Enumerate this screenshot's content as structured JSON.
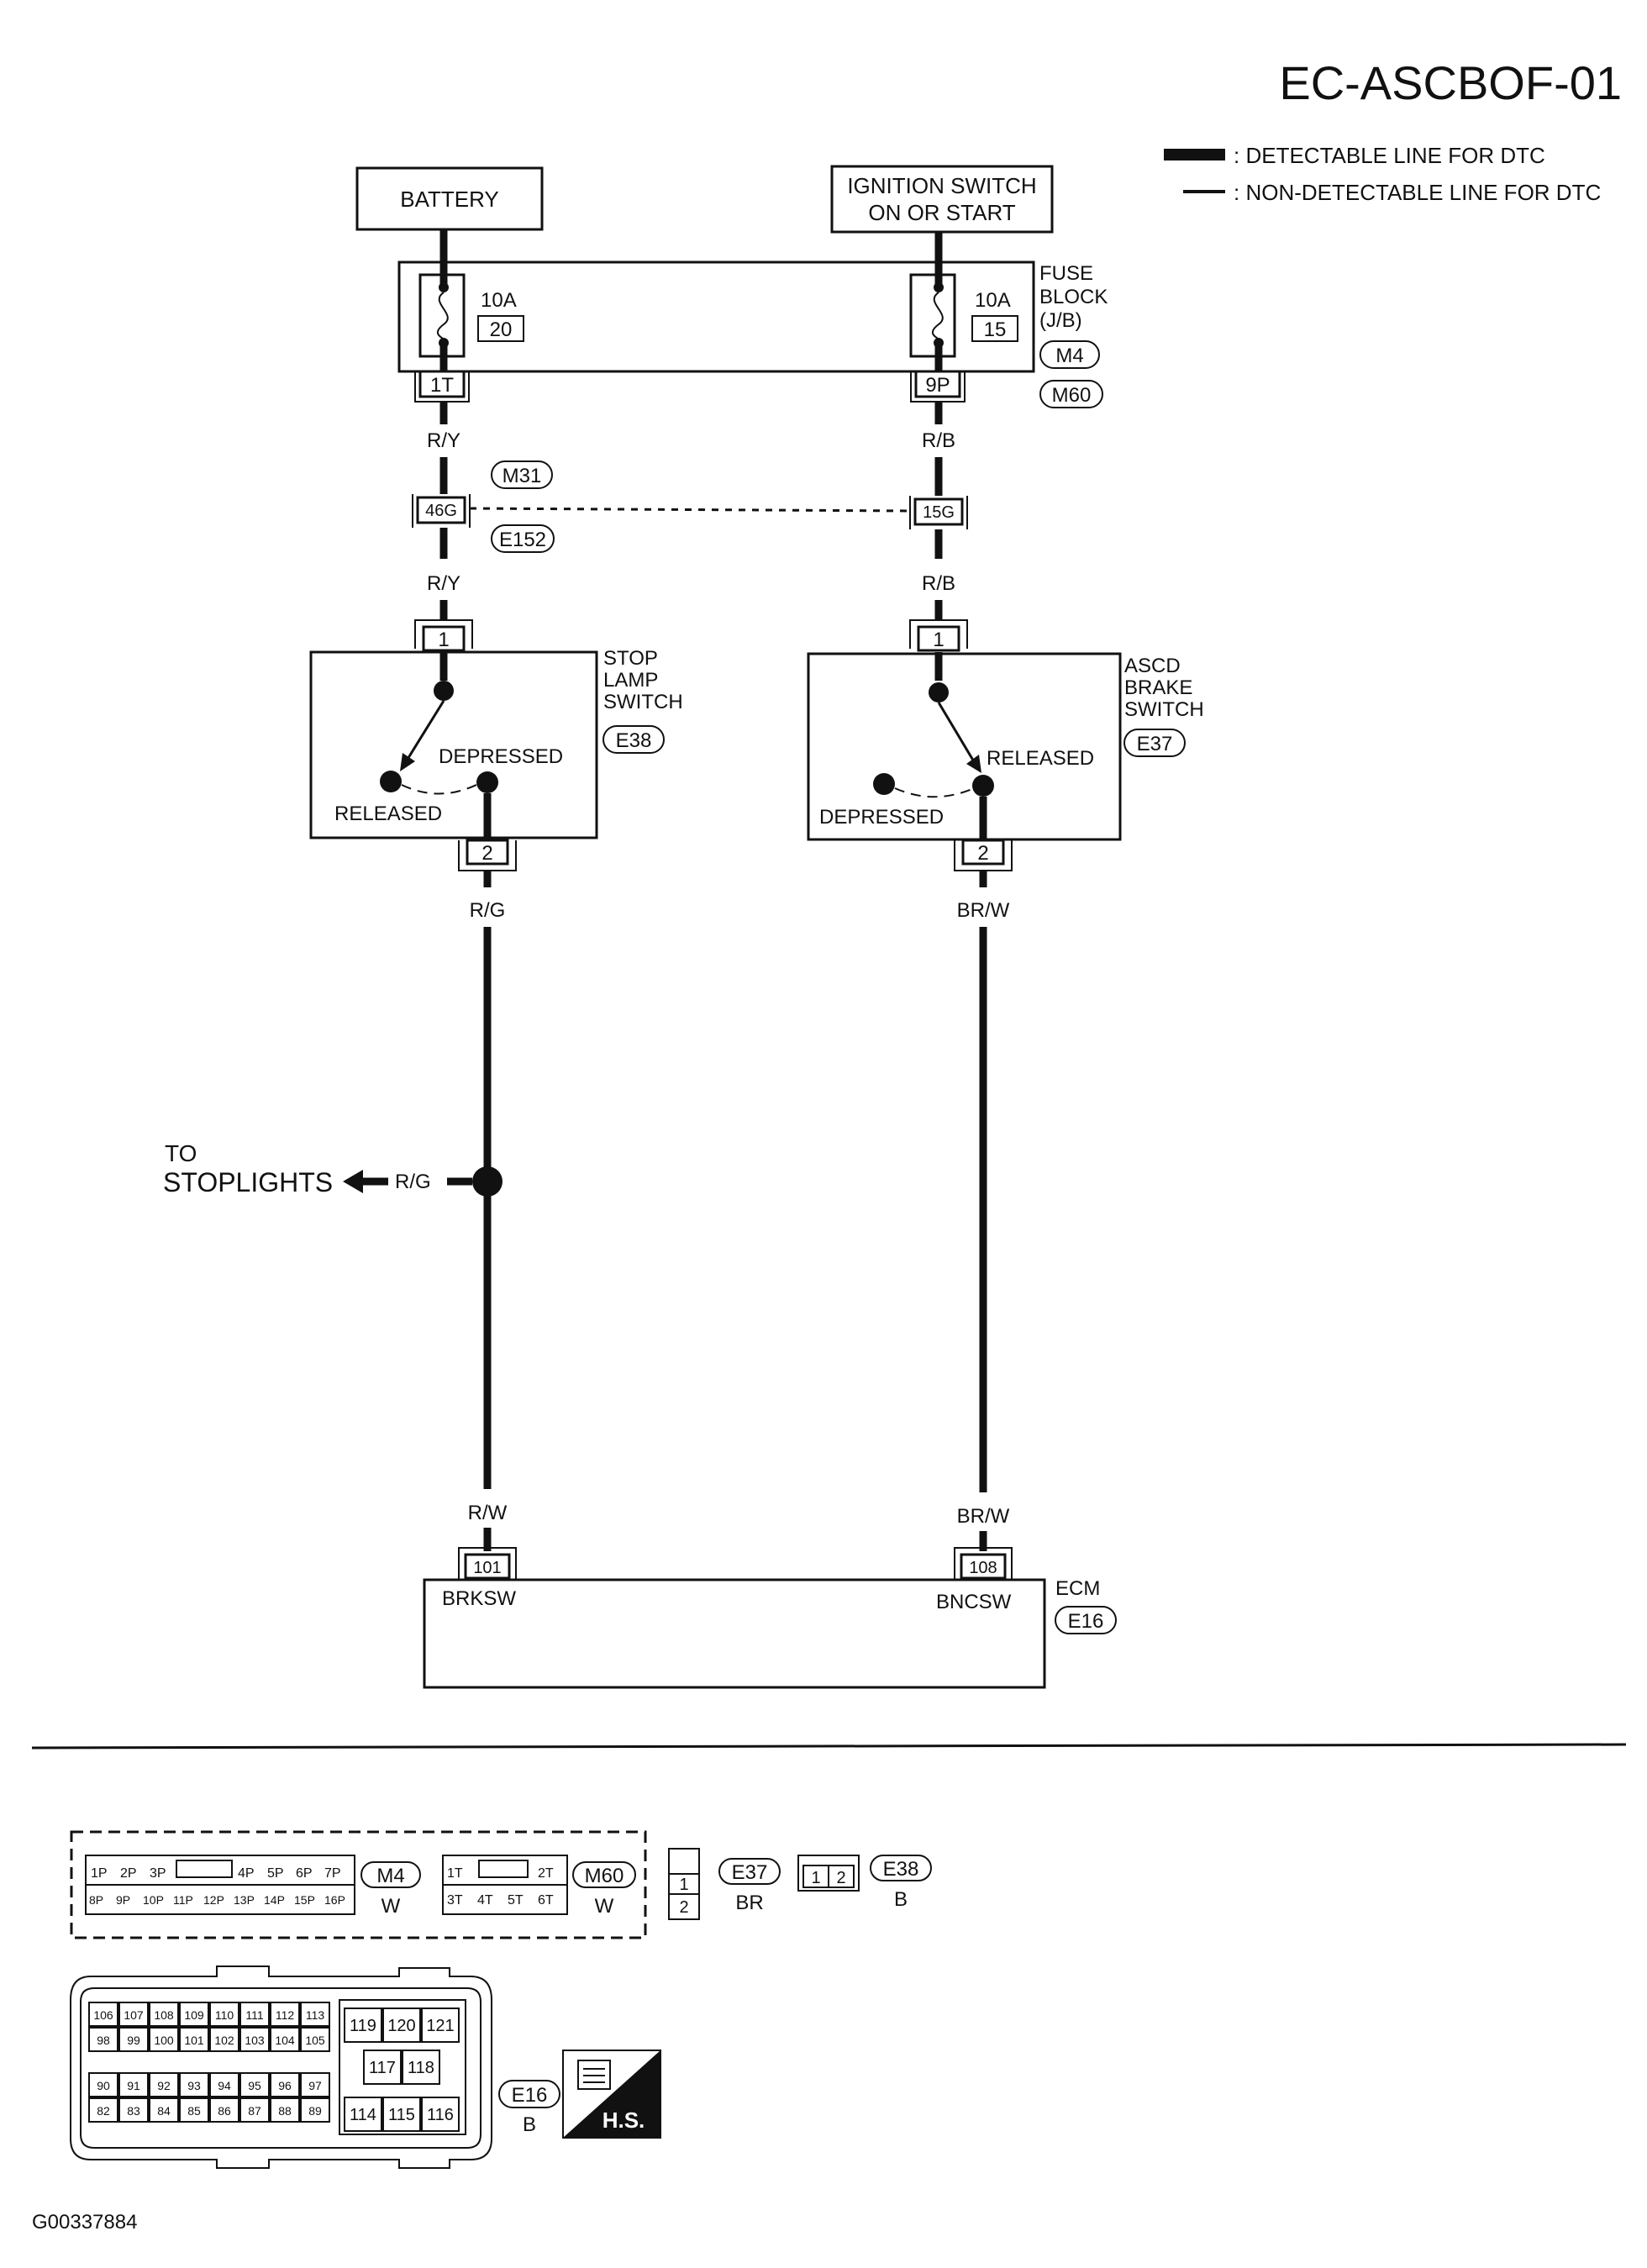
{
  "page": {
    "code": "EC-ASCBOF-01",
    "image_id": "G00337884"
  },
  "legend": {
    "detectable": ": DETECTABLE LINE FOR DTC",
    "non_detectable": ": NON-DETECTABLE LINE FOR DTC"
  },
  "sources": {
    "battery": "BATTERY",
    "ignition_line1": "IGNITION SWITCH",
    "ignition_line2": "ON OR START"
  },
  "fuse_block": {
    "label_line1": "FUSE",
    "label_line2": "BLOCK",
    "label_line3": "(J/B)",
    "connectors": [
      "M4",
      "M60"
    ],
    "left_fuse": {
      "rating": "10A",
      "number": "20",
      "terminal": "1T"
    },
    "right_fuse": {
      "rating": "10A",
      "number": "15",
      "terminal": "9P"
    }
  },
  "wires": {
    "left_top": "R/Y",
    "right_top": "R/B",
    "left_mid": "R/Y",
    "right_mid": "R/B",
    "left_low": "R/G",
    "right_low": "BR/W",
    "stoplight_branch": "R/G",
    "left_ecm": "R/W",
    "right_ecm": "BR/W"
  },
  "joint": {
    "connectors": [
      "M31",
      "E152"
    ],
    "left_terminal": "46G",
    "right_terminal": "15G"
  },
  "stop_lamp_switch": {
    "label_line1": "STOP",
    "label_line2": "LAMP",
    "label_line3": "SWITCH",
    "connector": "E38",
    "pin_in": "1",
    "pin_out": "2",
    "pos_a": "DEPRESSED",
    "pos_b": "RELEASED"
  },
  "ascd_brake_switch": {
    "label_line1": "ASCD",
    "label_line2": "BRAKE",
    "label_line3": "SWITCH",
    "connector": "E37",
    "pin_in": "1",
    "pin_out": "2",
    "pos_a": "RELEASED",
    "pos_b": "DEPRESSED"
  },
  "stoplights": {
    "line1": "TO",
    "line2": "STOPLIGHTS"
  },
  "ecm": {
    "label": "ECM",
    "connector": "E16",
    "left_pin": "101",
    "left_signal": "BRKSW",
    "right_pin": "108",
    "right_signal": "BNCSW"
  },
  "connector_views": {
    "m4_top": [
      "1P",
      "2P",
      "3P",
      "",
      "4P",
      "5P",
      "6P",
      "7P"
    ],
    "m4_bottom": [
      "8P",
      "9P",
      "10P",
      "11P",
      "12P",
      "13P",
      "14P",
      "15P",
      "16P"
    ],
    "m4_label": "M4",
    "m4_color": "W",
    "m60_top": [
      "1T",
      "",
      "2T"
    ],
    "m60_bottom": [
      "3T",
      "4T",
      "5T",
      "6T"
    ],
    "m60_label": "M60",
    "m60_color": "W",
    "e37_pins": [
      "1",
      "2"
    ],
    "e37_label": "E37",
    "e37_color": "BR",
    "e38_pins": [
      "1",
      "2"
    ],
    "e38_label": "E38",
    "e38_color": "B",
    "e16_row1": [
      "106",
      "107",
      "108",
      "109",
      "110",
      "111",
      "112",
      "113"
    ],
    "e16_row2": [
      "98",
      "99",
      "100",
      "101",
      "102",
      "103",
      "104",
      "105"
    ],
    "e16_row3": [
      "90",
      "91",
      "92",
      "93",
      "94",
      "95",
      "96",
      "97"
    ],
    "e16_row4": [
      "82",
      "83",
      "84",
      "85",
      "86",
      "87",
      "88",
      "89"
    ],
    "e16_right_top": [
      "119",
      "120",
      "121"
    ],
    "e16_right_mid": [
      "117",
      "118"
    ],
    "e16_right_bottom": [
      "114",
      "115",
      "116"
    ],
    "e16_label": "E16",
    "e16_color": "B",
    "hs_label": "H.S."
  }
}
